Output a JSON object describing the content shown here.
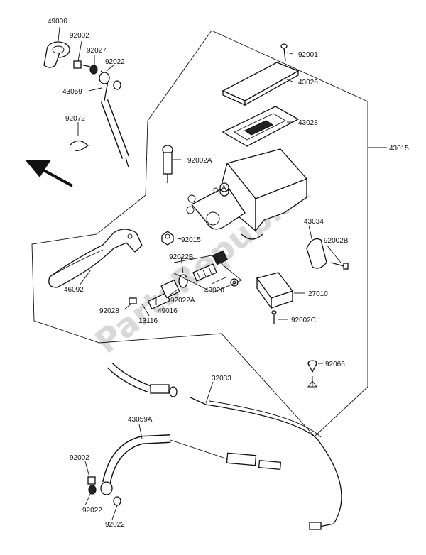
{
  "watermark": "PartsRepublik",
  "labels": {
    "p49006": "49006",
    "p92002_top": "92002",
    "p92027": "92027",
    "p92022_top": "92022",
    "p43059": "43059",
    "p92072": "92072",
    "p92001": "92001",
    "p43026": "43026",
    "p43028": "43028",
    "p43015": "43015",
    "p92002A": "92002A",
    "p43034": "43034",
    "p92002B": "92002B",
    "p92015": "92015",
    "p92022B": "92022B",
    "p46092": "46092",
    "p43020": "43020",
    "p27010": "27010",
    "p92028": "92028",
    "p92022A": "92022A",
    "p49016": "49016",
    "p13116": "13116",
    "p92002C": "92002C",
    "p92066": "92066",
    "p32033": "32033",
    "p43059A": "43059A",
    "p92002_bot": "92002",
    "p92022_bot1": "92022",
    "p92022_bot2": "92022",
    "callout_a": "A"
  }
}
